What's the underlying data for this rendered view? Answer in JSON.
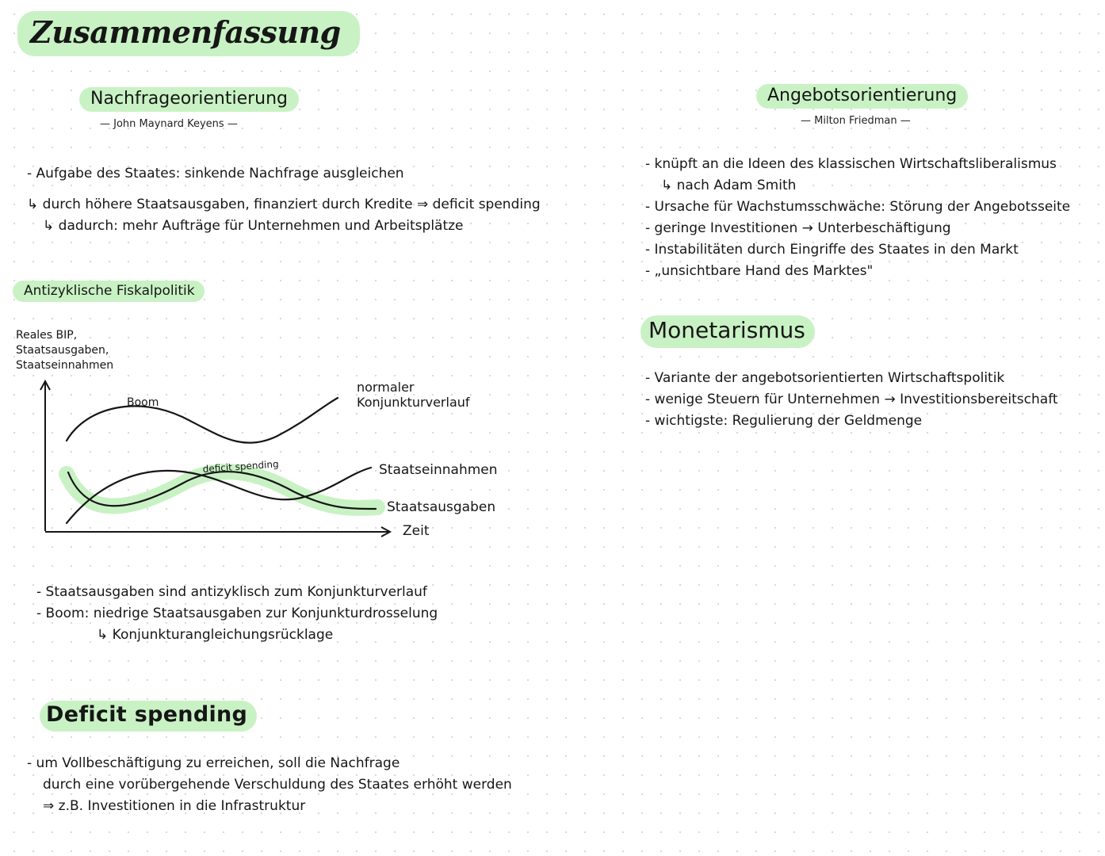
{
  "title": "Zusammenfassung",
  "left": {
    "nachfrage": {
      "heading": "Nachfrageorientierung",
      "author": "— John Maynard Keyens —",
      "points": [
        "- Aufgabe des Staates: sinkende Nachfrage ausgleichen",
        "↳ durch höhere Staatsausgaben, finanziert durch Kredite ⇒ deficit spending",
        "↳ dadurch: mehr Aufträge für Unternehmen und Arbeitsplätze"
      ]
    },
    "antizyklisch": {
      "heading": "Antizyklische Fiskalpolitik",
      "chart": {
        "y_axis_label": [
          "Reales BIP,",
          "Staatsausgaben,",
          "Staatseinnahmen"
        ],
        "x_axis_label": "Zeit",
        "labels": {
          "boom": "Boom",
          "deficit": "deficit spending",
          "normal": [
            "normaler",
            "Konjunkturverlauf"
          ],
          "einnahmen": "Staatseinnahmen",
          "ausgaben": "Staatsausgaben"
        }
      },
      "points": [
        "- Staatsausgaben sind antizyklisch zum Konjunkturverlauf",
        "- Boom: niedrige Staatsausgaben zur Konjunkturdrosselung",
        "↳ Konjunkturangleichungsrücklage"
      ]
    },
    "deficit": {
      "heading": "Deficit spending",
      "points": [
        "- um Vollbeschäftigung zu erreichen, soll die Nachfrage",
        "durch eine vorübergehende Verschuldung des Staates erhöht werden",
        "⇒ z.B. Investitionen in die Infrastruktur"
      ]
    }
  },
  "right": {
    "angebot": {
      "heading": "Angebotsorientierung",
      "author": "— Milton Friedman —",
      "points": [
        "- knüpft an die Ideen des klassischen Wirtschaftsliberalismus",
        "↳ nach Adam Smith",
        "- Ursache für Wachstumsschwäche: Störung der Angebotsseite",
        "- geringe Investitionen → Unterbeschäftigung",
        "- Instabilitäten durch Eingriffe des Staates in den Markt",
        "- „unsichtbare Hand des Marktes\""
      ]
    },
    "monetarismus": {
      "heading": "Monetarismus",
      "points": [
        "- Variante der angebotsorientierten Wirtschaftspolitik",
        "- wenige Steuern für Unternehmen → Investitionsbereitschaft",
        "- wichtigste: Regulierung der Geldmenge"
      ]
    }
  },
  "colors": {
    "highlight": "#c9f2c4",
    "ink": "#161616",
    "dots": "#d9d9d9"
  }
}
